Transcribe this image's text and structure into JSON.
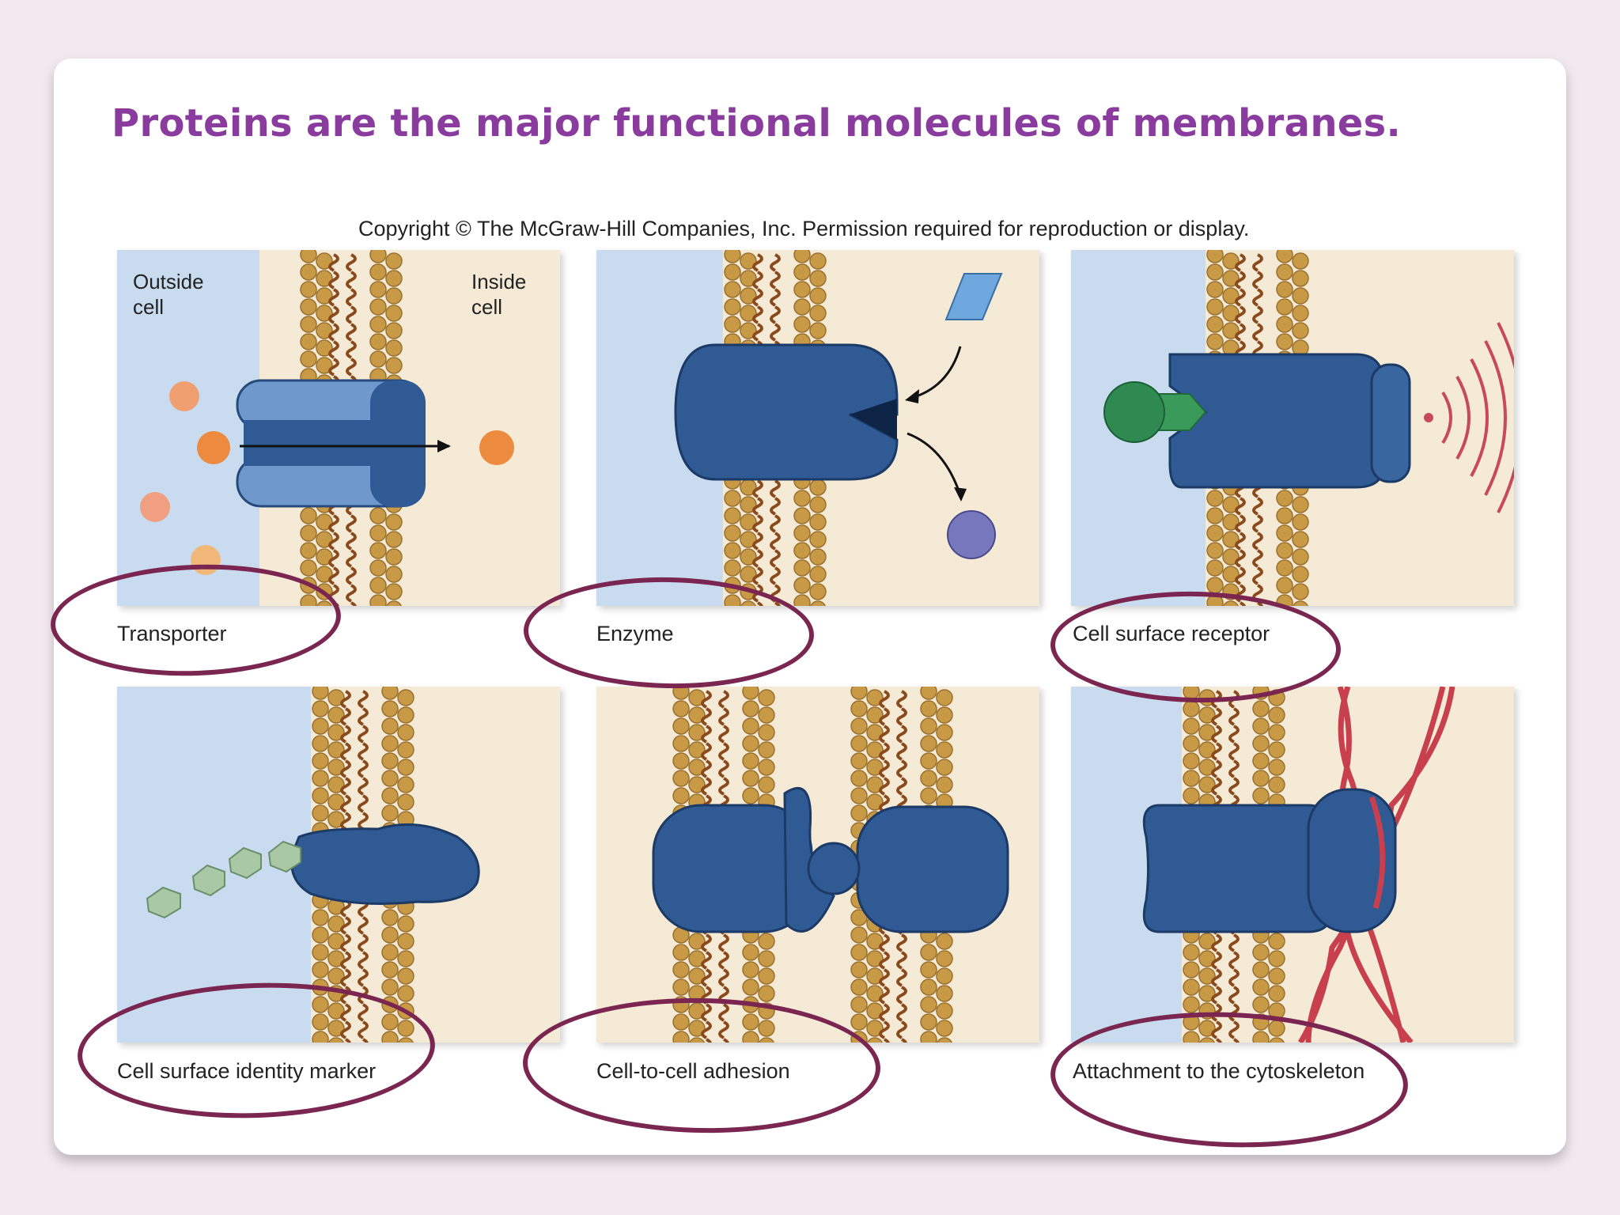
{
  "slide": {
    "title": "Proteins are the major functional molecules of membranes.",
    "copyright": "Copyright © The McGraw-Hill Companies, Inc. Permission required for reproduction or display."
  },
  "diagram": {
    "outside_label": "Outside\ncell",
    "inside_label": "Inside\ncell",
    "panels": [
      {
        "label": "Transporter"
      },
      {
        "label": "Enzyme"
      },
      {
        "label": "Cell surface receptor"
      },
      {
        "label": "Cell surface identity marker"
      },
      {
        "label": "Cell-to-cell adhesion"
      },
      {
        "label": "Attachment to the cytoskeleton"
      }
    ]
  },
  "colors": {
    "title": "#8a3b9e",
    "highlight_ring": "#7a2650",
    "extracellular": "#c9dbee",
    "cytoplasm": "#f5ead6",
    "protein": "#2f5a94",
    "lipid_head": "#c99a45",
    "lipid_tail": "#8a4a1c"
  }
}
